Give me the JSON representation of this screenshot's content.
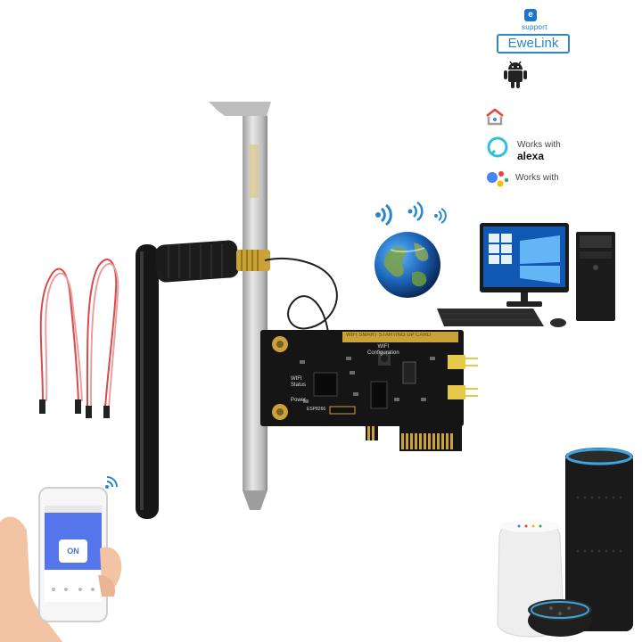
{
  "brands": {
    "esupport_mark": "e",
    "esupport_label": "support",
    "ewelink_label": "EweLink",
    "alexa_works_with": "Works with",
    "alexa_name": "alexa",
    "google_works_with": "Works with"
  },
  "card": {
    "bracket_label": "WIFI SMART STARTING UP CARD",
    "wifi_configuration_label": "WIFI\nConfiguration",
    "wifi_status_label": "WIFI\nStatus",
    "power_label": "Power",
    "module_label": "ESP8266"
  },
  "phone": {
    "button_label": "ON"
  },
  "icons": {
    "android": "android-icon",
    "google_home": "google-home-icon",
    "alexa": "alexa-icon",
    "google_assistant": "google-assistant-icon",
    "wifi": "wifi-icon",
    "globe": "globe-icon",
    "computer": "desktop-computer-icon"
  },
  "colors": {
    "pcb": "#151515",
    "bracket": "#c9c9c9",
    "ewelink_blue": "#2a86c9",
    "wire_red": "#d94a4a",
    "gold": "#c9a23a"
  }
}
